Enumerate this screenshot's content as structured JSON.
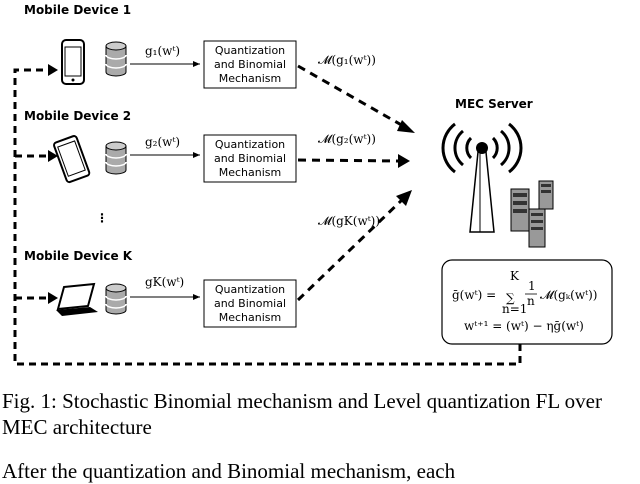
{
  "devices": [
    {
      "name": "Mobile Device 1",
      "grad": "g₁(wᵗ)",
      "box": [
        "Quantization",
        "and Binomial",
        "Mechanism"
      ],
      "out": "𝓜(g₁(wᵗ))"
    },
    {
      "name": "Mobile Device 2",
      "grad": "g₂(wᵗ)",
      "box": [
        "Quantization",
        "and Binomial",
        "Mechanism"
      ],
      "out": "𝓜(g₂(wᵗ))"
    },
    {
      "name": "Mobile Device K",
      "grad": "gK(wᵗ)",
      "box": [
        "Quantization",
        "and Binomial",
        "Mechanism"
      ],
      "out": "𝓜(gK(wᵗ))"
    }
  ],
  "server": {
    "label": "MEC Server",
    "eq1_lhs": "ḡ(wᵗ) =",
    "eq1_sum_top": "K",
    "eq1_sum_bottom": "n=1",
    "eq1_frac_num": "1",
    "eq1_frac_den": "n",
    "eq1_rhs": "𝓜(gₖ(wᵗ))",
    "eq2": "wᵗ⁺¹ = (wᵗ) − ηḡ(wᵗ)"
  },
  "ellipsis": "⋮",
  "caption": "Fig. 1: Stochastic Binomial mechanism and Level quantization FL over MEC architecture",
  "bottom_text": "After the quantization and Binomial mechanism, each"
}
